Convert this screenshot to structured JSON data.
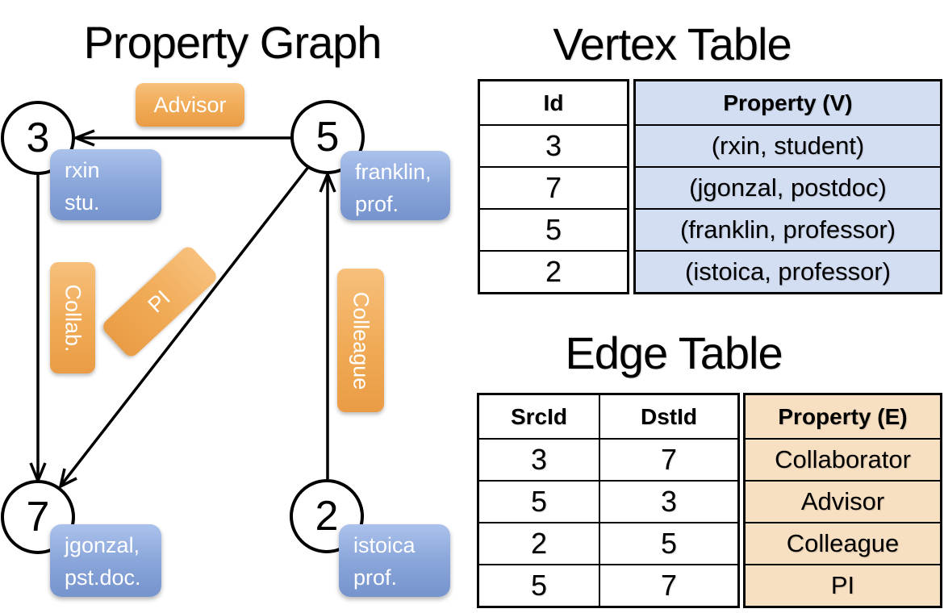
{
  "titles": {
    "graph": "Property Graph",
    "vertex": "Vertex Table",
    "edge": "Edge Table"
  },
  "graph": {
    "nodes": [
      {
        "id": "3"
      },
      {
        "id": "5"
      },
      {
        "id": "7"
      },
      {
        "id": "2"
      }
    ],
    "vertex_boxes": [
      {
        "line1": "rxin",
        "line2": "stu."
      },
      {
        "line1": "franklin,",
        "line2": "prof."
      },
      {
        "line1": "jgonzal,",
        "line2": "pst.doc."
      },
      {
        "line1": "istoica",
        "line2": "prof."
      }
    ],
    "edge_labels": [
      {
        "label": "Advisor"
      },
      {
        "label": "Collab."
      },
      {
        "label": "PI"
      },
      {
        "label": "Colleague"
      }
    ]
  },
  "vertex_table": {
    "headers": {
      "id": "Id",
      "property": "Property (V)"
    },
    "rows": [
      {
        "id": "3",
        "property": "(rxin, student)"
      },
      {
        "id": "7",
        "property": "(jgonzal, postdoc)"
      },
      {
        "id": "5",
        "property": "(franklin, professor)"
      },
      {
        "id": "2",
        "property": "(istoica, professor)"
      }
    ]
  },
  "edge_table": {
    "headers": {
      "src": "SrcId",
      "dst": "DstId",
      "property": "Property (E)"
    },
    "rows": [
      {
        "src": "3",
        "dst": "7",
        "property": "Collaborator"
      },
      {
        "src": "5",
        "dst": "3",
        "property": "Advisor"
      },
      {
        "src": "2",
        "dst": "5",
        "property": "Colleague"
      },
      {
        "src": "5",
        "dst": "7",
        "property": "PI"
      }
    ]
  },
  "colors": {
    "edge_label_orange": "#f0aa55",
    "vertex_box_blue": "#7e9cd4",
    "vertex_cell_blue": "#d3def2",
    "edge_cell_tan": "#f7dfc2",
    "line_black": "#000000",
    "label_text_white": "#ffffff"
  }
}
